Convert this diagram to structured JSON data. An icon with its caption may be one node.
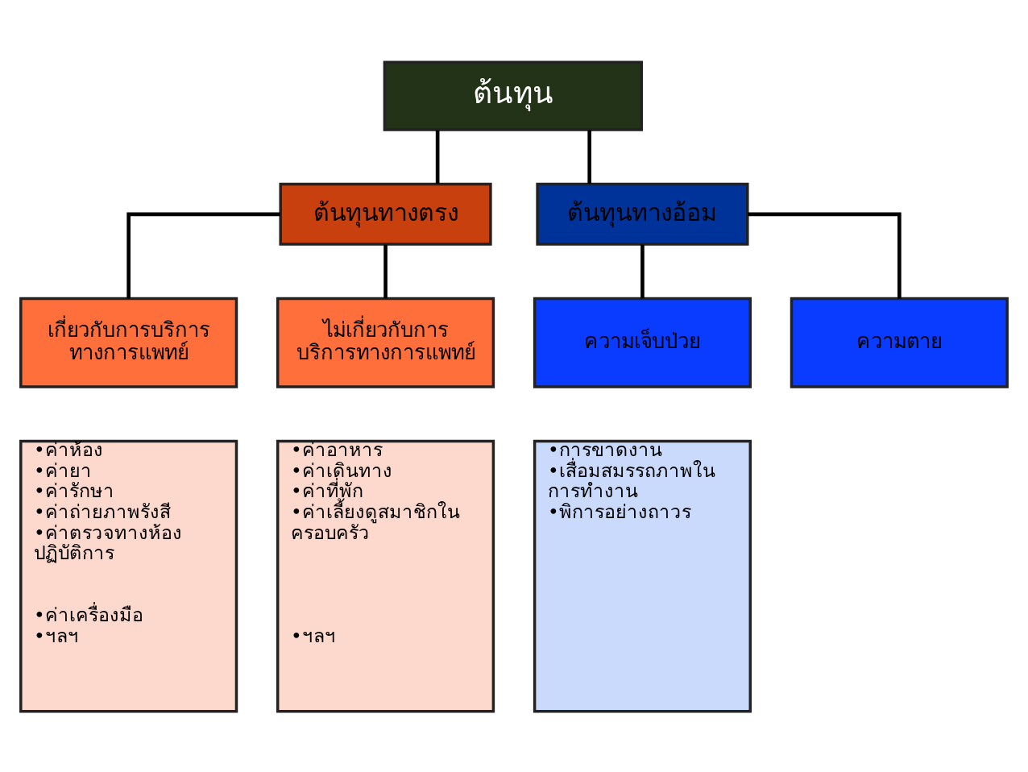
{
  "diagram": {
    "nodes": [
      {
        "text": [
          "ต้นทุน"
        ]
      },
      {
        "text": [
          "ต้นทุนทางตรง"
        ]
      },
      {
        "text": [
          "ต้นทุนทางอ้อม"
        ]
      },
      {
        "text": [
          "เกี่ยวกับการบริการทางการแพทย์"
        ]
      },
      {
        "text": [
          "ไม่เกี่ยวกับการบริการทางการแพทย์"
        ]
      },
      {
        "text": [
          "ความเจ็บป่วย"
        ]
      },
      {
        "text": [
          "ความตาย"
        ]
      },
      {
        "text": [
          "•ค่าห้อง",
          "•ค่ายา",
          "•ค่ารักษา",
          "•ค่าถ่ายภาพรังสี",
          "•ค่าตรวจทางห้องปฏิบัติการ",
          "•ค่าเครื่องมือ",
          "•ฯลฯ"
        ]
      },
      {
        "text": [
          "•ค่าอาหาร",
          "•ค่าเดินทาง",
          "•ค่าที่พัก",
          "•ค่าเลี้ยงดูสมาชิกในครอบครัว",
          "•ฯลฯ"
        ]
      },
      {
        "text": [
          "•การขาดงาน",
          "•เสื่อมสมรรถภาพในการทำงาน",
          "•พิการอย่างถาวร"
        ]
      }
    ],
    "edges": [
      {
        "from": 0,
        "to": 1,
        "arrow": "none"
      },
      {
        "from": 0,
        "to": 2,
        "arrow": "none"
      },
      {
        "from": 1,
        "to": 3,
        "arrow": "none"
      },
      {
        "from": 1,
        "to": 4,
        "arrow": "none"
      },
      {
        "from": 2,
        "to": 5,
        "arrow": "none"
      },
      {
        "from": 2,
        "to": 6,
        "arrow": "none"
      }
    ]
  }
}
